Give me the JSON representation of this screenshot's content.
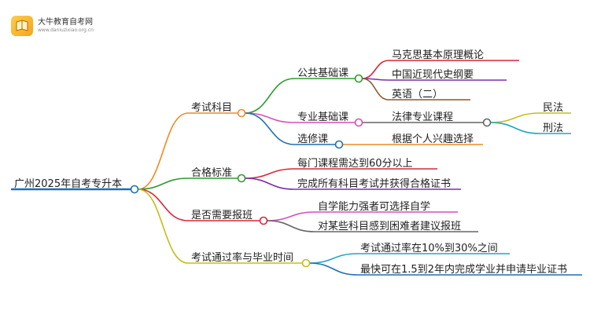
{
  "logo": {
    "title": "大牛教育自考网",
    "url": "www.daniuzixiao.org.cn"
  },
  "root": {
    "label": "广州2025年自考专升本",
    "color": "#1e6fb5"
  },
  "branches": [
    {
      "label": "考试科目",
      "color": "#f08a24",
      "children": [
        {
          "label": "公共基础课",
          "color": "#2e9b2e",
          "children": [
            {
              "label": "马克思基本原理概论",
              "color": "#d9253a"
            },
            {
              "label": "中国近现代史纲要",
              "color": "#7b2fa8"
            },
            {
              "label": "英语（二）",
              "color": "#8a5a2b"
            }
          ]
        },
        {
          "label": "专业基础课",
          "color": "#d64fb8",
          "children": [
            {
              "label": "法律专业课程",
              "color": "#666666",
              "children": [
                {
                  "label": "民法",
                  "color": "#c4bd1a"
                },
                {
                  "label": "刑法",
                  "color": "#22a6c4"
                }
              ]
            }
          ]
        },
        {
          "label": "选修课",
          "color": "#1e6fb5",
          "children": [
            {
              "label": "根据个人兴趣选择",
              "color": "#f08a24"
            }
          ]
        }
      ]
    },
    {
      "label": "合格标准",
      "color": "#2e9b2e",
      "children": [
        {
          "label": "每门课程需达到60分以上",
          "color": "#d9253a"
        },
        {
          "label": "完成所有科目考试并获得合格证书",
          "color": "#7b2fa8"
        }
      ]
    },
    {
      "label": "是否需要报班",
      "color": "#d9253a",
      "children": [
        {
          "label": "自学能力强者可选择自学",
          "color": "#d64fb8"
        },
        {
          "label": "对某些科目感到困难者建议报班",
          "color": "#666666"
        }
      ]
    },
    {
      "label": "考试通过率与毕业时间",
      "color": "#c4bd1a",
      "children": [
        {
          "label": "考试通过率在10%到30%之间",
          "color": "#22a6c4"
        },
        {
          "label": "最快可在1.5到2年内完成学业并申请毕业证书",
          "color": "#1e6fb5"
        }
      ]
    }
  ]
}
